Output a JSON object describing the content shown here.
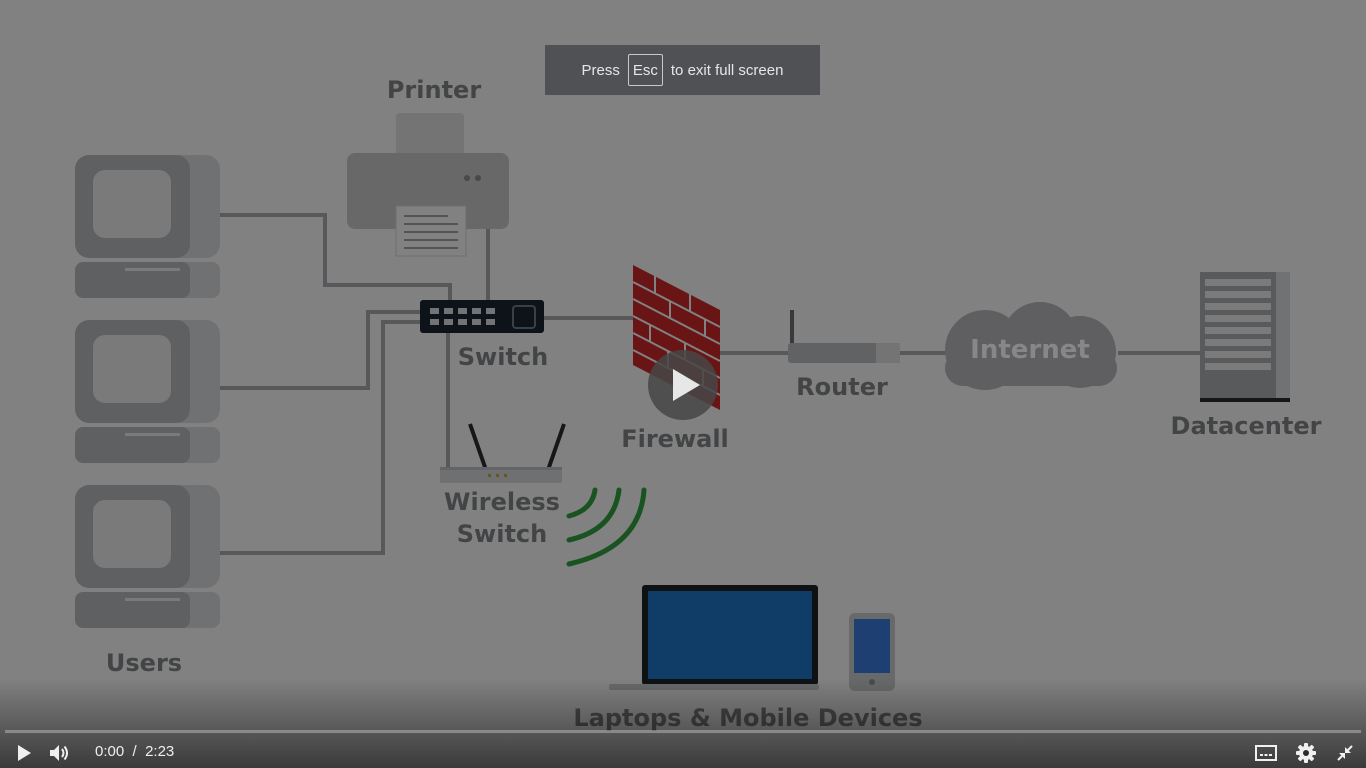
{
  "video": {
    "labels": {
      "printer": "Printer",
      "switch": "Switch",
      "firewall": "Firewall",
      "router": "Router",
      "internet": "Internet",
      "datacenter": "Datacenter",
      "wireless_line1": "Wireless",
      "wireless_line2": "Switch",
      "users": "Users",
      "devices": "Laptops & Mobile Devices"
    },
    "colors": {
      "firewall_brick": "#c62828",
      "laptop_screen": "#1f73c2",
      "phone_screen": "#3a78d8",
      "wireless_waves": "#2e9e3e",
      "switch_body": "#1c2430"
    }
  },
  "fullscreen_toast": {
    "before": "Press",
    "key": "Esc",
    "after": "to exit full screen"
  },
  "controls": {
    "current_time": "0:00",
    "separator": "/",
    "duration": "2:23",
    "progress": 0.0,
    "icons": {
      "play": "play-icon",
      "volume": "volume-icon",
      "captions": "captions-icon",
      "settings": "gear-icon",
      "exit_fullscreen": "exit-fullscreen-icon"
    }
  }
}
